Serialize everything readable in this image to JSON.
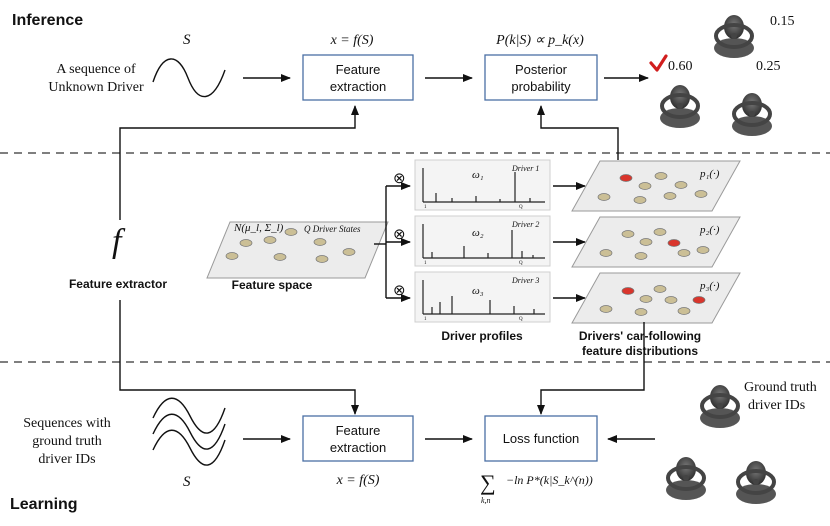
{
  "sections": {
    "inference_title": "Inference",
    "learning_title": "Learning"
  },
  "inference": {
    "s_symbol": "S",
    "input_label_line1": "A sequence of",
    "input_label_line2": "Unknown Driver",
    "feature_eq": "x = f(S)",
    "feature_box_line1": "Feature",
    "feature_box_line2": "extraction",
    "posterior_eq": "P(k|S) ∝ p_k(x)",
    "posterior_box_line1": "Posterior",
    "posterior_box_line2": "probability",
    "prob_1": "0.15",
    "prob_2": "0.60",
    "prob_3": "0.25"
  },
  "middle": {
    "f_symbol": "f",
    "feature_extractor_label": "Feature extractor",
    "feature_space_label": "Feature space",
    "gaussian_label": "N(μ_l, Σ_l)",
    "q_states_label": "Q Driver States",
    "profiles_label": "Driver profiles",
    "distributions_label_line1": "Drivers' car-following",
    "distributions_label_line2": "feature distributions",
    "profiles": [
      {
        "omega": "ω₁",
        "driver": "Driver 1",
        "dist": "p₁(·)"
      },
      {
        "omega": "ω₂",
        "driver": "Driver 2",
        "dist": "p₂(·)"
      },
      {
        "omega": "ω₃",
        "driver": "Driver 3",
        "dist": "p₃(·)"
      }
    ],
    "axis_start": "1",
    "axis_end": "Q",
    "otimes": "⊗"
  },
  "learning": {
    "input_label_line1": "Sequences with",
    "input_label_line2": "ground truth",
    "input_label_line3": "driver IDs",
    "s_symbol": "S",
    "feature_eq": "x = f(S)",
    "feature_box_line1": "Feature",
    "feature_box_line2": "extraction",
    "loss_box": "Loss function",
    "loss_eq": "−ln P*(k|S_k^(n))",
    "loss_sum": "∑",
    "loss_sub": "k,n",
    "gt_label_line1": "Ground truth",
    "gt_label_line2": "driver IDs"
  },
  "colors": {
    "box_stroke": "#4a6fa5",
    "checkmark": "#d11e1e",
    "dot_normal": "#cbbf96",
    "dot_highlight": "#d9352c"
  }
}
